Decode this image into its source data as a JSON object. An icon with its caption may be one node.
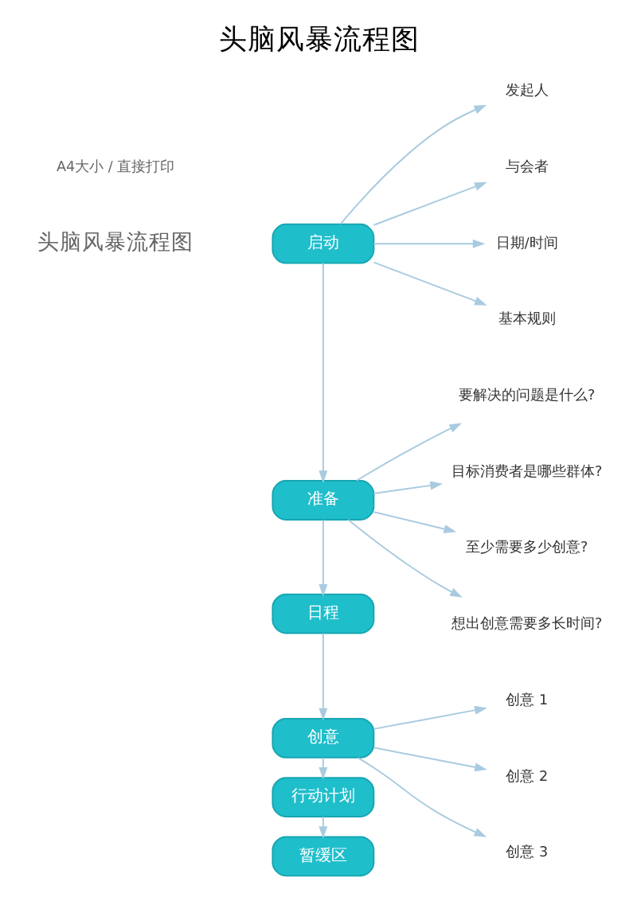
{
  "diagram": {
    "title": "头脑风暴流程图",
    "nodes": [
      {
        "text": [
          "启动"
        ]
      },
      {
        "text": [
          "发起人"
        ]
      },
      {
        "text": [
          "与会者"
        ]
      },
      {
        "text": [
          "日期/时间"
        ]
      },
      {
        "text": [
          "基本规则"
        ]
      },
      {
        "text": [
          "准备"
        ]
      },
      {
        "text": [
          "要解决的问题是什么?"
        ]
      },
      {
        "text": [
          "目标消费者是哪些群体?"
        ]
      },
      {
        "text": [
          "至少需要多少创意?"
        ]
      },
      {
        "text": [
          "想出创意需要多长时间?"
        ]
      },
      {
        "text": [
          "日程"
        ]
      },
      {
        "text": [
          "创意"
        ]
      },
      {
        "text": [
          "创意 1"
        ]
      },
      {
        "text": [
          "创意 2"
        ]
      },
      {
        "text": [
          "创意 3"
        ]
      },
      {
        "text": [
          "行动计划"
        ]
      },
      {
        "text": [
          "暂缓区"
        ]
      }
    ],
    "edges": [
      {
        "from": 0,
        "to": 1,
        "arrow": "to"
      },
      {
        "from": 0,
        "to": 2,
        "arrow": "to"
      },
      {
        "from": 0,
        "to": 3,
        "arrow": "to"
      },
      {
        "from": 0,
        "to": 4,
        "arrow": "to"
      },
      {
        "from": 0,
        "to": 5,
        "arrow": "to"
      },
      {
        "from": 5,
        "to": 6,
        "arrow": "to"
      },
      {
        "from": 5,
        "to": 7,
        "arrow": "to"
      },
      {
        "from": 5,
        "to": 8,
        "arrow": "to"
      },
      {
        "from": 5,
        "to": 9,
        "arrow": "to"
      },
      {
        "from": 5,
        "to": 10,
        "arrow": "to"
      },
      {
        "from": 10,
        "to": 11,
        "arrow": "to"
      },
      {
        "from": 11,
        "to": 12,
        "arrow": "to"
      },
      {
        "from": 11,
        "to": 13,
        "arrow": "to"
      },
      {
        "from": 11,
        "to": 14,
        "arrow": "to"
      },
      {
        "from": 11,
        "to": 15,
        "arrow": "to"
      },
      {
        "from": 15,
        "to": 16,
        "arrow": "to"
      }
    ],
    "labels": [
      "头脑风暴流程图",
      "A4大小 / 直接打印"
    ]
  }
}
